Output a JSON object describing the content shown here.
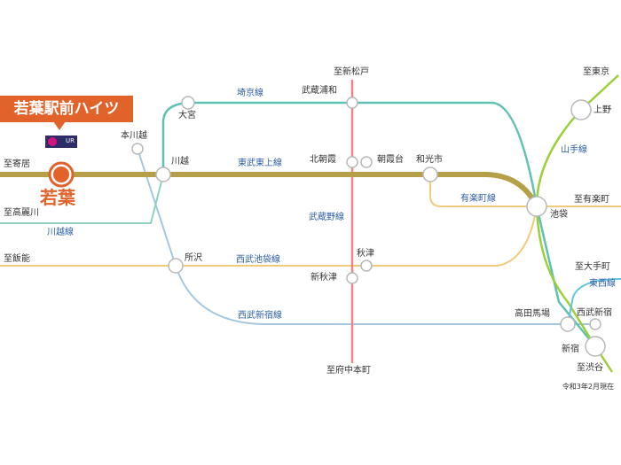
{
  "property": {
    "name": "若葉駅前ハイツ",
    "station": "若葉",
    "logo": "UR",
    "accent_color": "#e2632a"
  },
  "note": "令和3年2月現在",
  "lines": {
    "tojo": {
      "name": "東武東上線",
      "color": "#b5a049"
    },
    "ikebukuro": {
      "name": "西武池袋線",
      "color": "#f0cb7a"
    },
    "shinjuku": {
      "name": "西武新宿線",
      "color": "#a3c7df"
    },
    "musashino": {
      "name": "武蔵野線",
      "color": "#f38282"
    },
    "saikyo": {
      "name": "埼京線",
      "color": "#5ec1b1"
    },
    "kawagoe": {
      "name": "川越線",
      "color": "#8fd3bc"
    },
    "yurakucho": {
      "name": "有楽町線",
      "color": "#f0cb7a"
    },
    "yamanote": {
      "name": "山手線",
      "color": "#9ccf3a"
    },
    "tozai": {
      "name": "東西線",
      "color": "#63c4e6"
    }
  },
  "stations": {
    "omiya": "大宮",
    "musashi_urawa": "武蔵浦和",
    "hon_kawagoe": "本川越",
    "kawagoe": "川越",
    "kita_asaka": "北朝霞",
    "asakadai": "朝霞台",
    "wakoshi": "和光市",
    "ikebukuro": "池袋",
    "ueno": "上野",
    "tokorozawa": "所沢",
    "akitsu": "秋津",
    "shin_akitsu": "新秋津",
    "takadanobaba": "高田馬場",
    "seibu_shinjuku": "西武新宿",
    "shinjuku": "新宿"
  },
  "destinations": {
    "yorii": "至寄居",
    "komagawa": "至高麗川",
    "hanno": "至飯能",
    "shin_matsudo": "至新松戸",
    "tokyo": "至東京",
    "yurakucho": "至有楽町",
    "otemachi": "至大手町",
    "fuchu_hommachi": "至府中本町",
    "shibuya": "至渋谷"
  }
}
